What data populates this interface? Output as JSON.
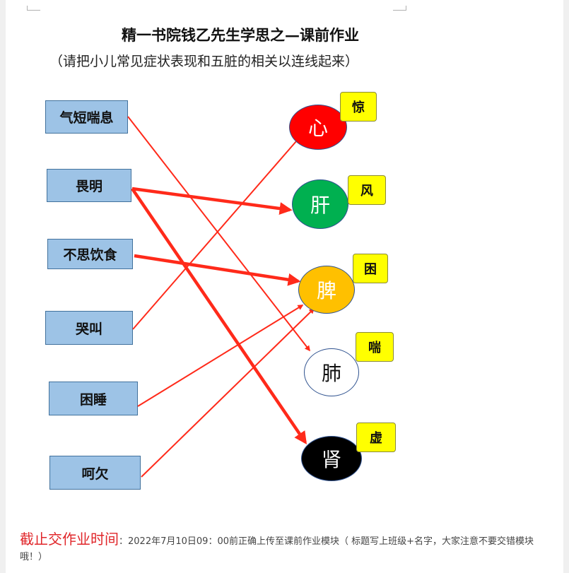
{
  "header": {
    "title": "精一书院钱乙先生学思之—课前作业",
    "subtitle": "（请把小儿常见症状表现和五脏的相关以连线起来）"
  },
  "symptoms": [
    {
      "id": "s1",
      "label": "气短喘息"
    },
    {
      "id": "s2",
      "label": "畏明"
    },
    {
      "id": "s3",
      "label": "不思饮食"
    },
    {
      "id": "s4",
      "label": "哭叫"
    },
    {
      "id": "s5",
      "label": "困睡"
    },
    {
      "id": "s6",
      "label": "呵欠"
    }
  ],
  "organs": [
    {
      "id": "o1",
      "label": "心",
      "color": "#ff0000",
      "text_color": "#ffffff",
      "tag": "惊"
    },
    {
      "id": "o2",
      "label": "肝",
      "color": "#00b050",
      "text_color": "#ffffff",
      "tag": "风"
    },
    {
      "id": "o3",
      "label": "脾",
      "color": "#ffc000",
      "text_color": "#ffffff",
      "tag": "困"
    },
    {
      "id": "o4",
      "label": "肺",
      "color": "#ffffff",
      "text_color": "#111111",
      "tag": "喘"
    },
    {
      "id": "o5",
      "label": "肾",
      "color": "#000000",
      "text_color": "#ffffff",
      "tag": "虚"
    }
  ],
  "connections": [
    {
      "from": "s1",
      "to": "o4"
    },
    {
      "from": "s2",
      "to": "o2"
    },
    {
      "from": "s2",
      "to": "o5"
    },
    {
      "from": "s3",
      "to": "o3"
    },
    {
      "from": "s4",
      "to": "o1"
    },
    {
      "from": "s5",
      "to": "o3"
    },
    {
      "from": "s6",
      "to": "o3"
    }
  ],
  "arrow_color": "#ff2a1a",
  "footer": {
    "deadline_label": "截止交作业时间",
    "deadline_text": "：2022年7月10日09：00前正确上传至课前作业模块（ 标题写上班级+名字，大家注意不要交错模块哦！）"
  }
}
